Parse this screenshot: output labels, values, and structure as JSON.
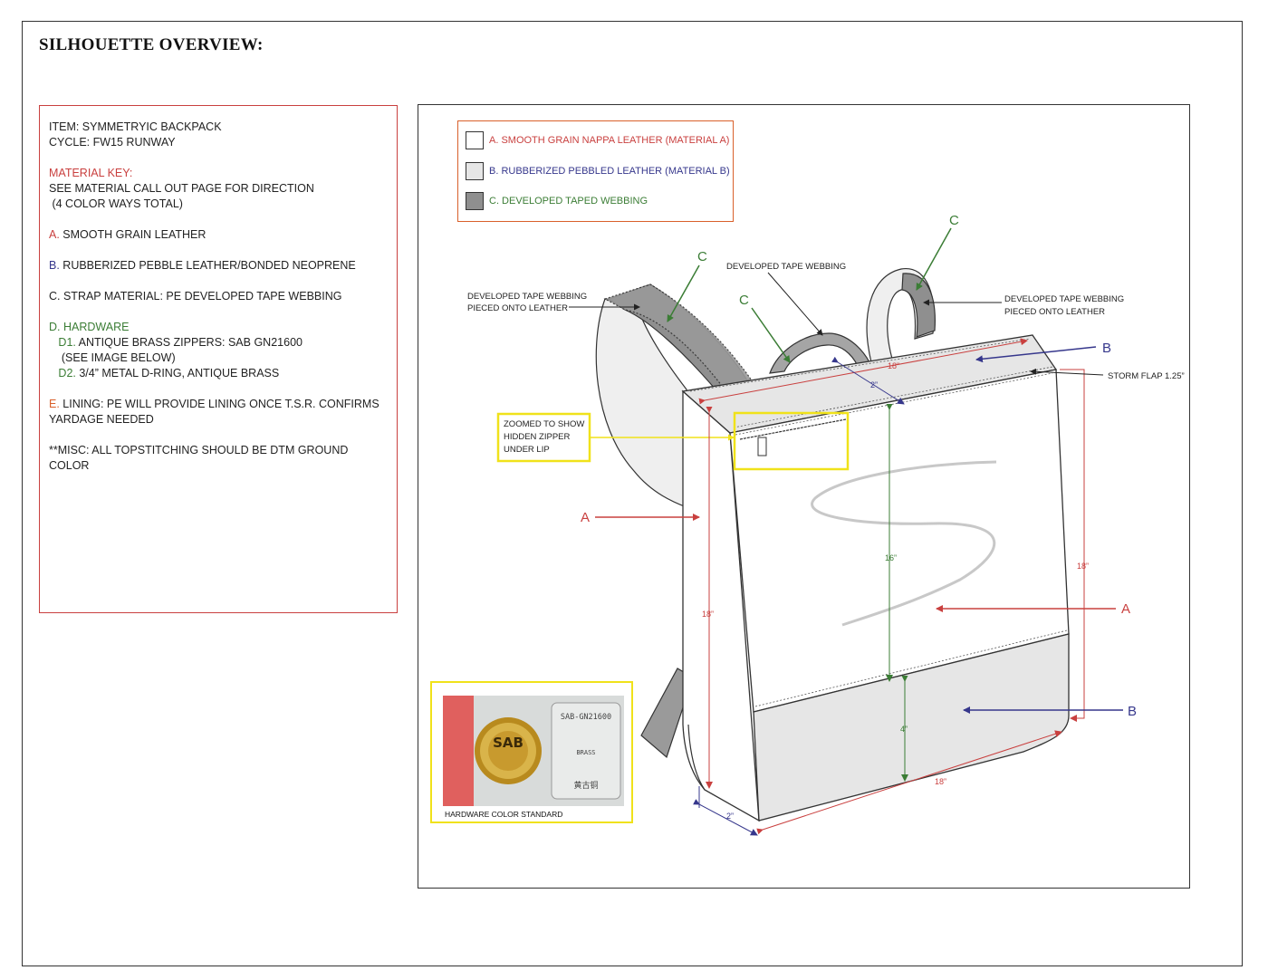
{
  "page": {
    "title": "SILHOUETTE OVERVIEW:"
  },
  "spec": {
    "item": "ITEM: SYMMETRYIC BACKPACK",
    "cycle": "CYCLE: FW15 RUNWAY",
    "material_key_heading": "MATERIAL KEY:",
    "material_key_line1": "SEE MATERIAL CALL OUT PAGE FOR DIRECTION",
    "material_key_line2": " (4 COLOR WAYS TOTAL)",
    "a_letter": "A.",
    "a_text": " SMOOTH GRAIN LEATHER",
    "b_letter": "B.",
    "b_text": " RUBBERIZED PEBBLE LEATHER/BONDED NEOPRENE",
    "c_text": "C. STRAP MATERIAL: PE DEVELOPED TAPE WEBBING",
    "d_heading": "D. HARDWARE",
    "d1_letter": "   D1.",
    "d1_text": " ANTIQUE BRASS ZIPPERS: SAB GN21600",
    "d1_note": "    (SEE IMAGE BELOW)",
    "d2_letter": "   D2.",
    "d2_text": " 3/4” METAL D-RING, ANTIQUE BRASS",
    "e_letter": "E.",
    "e_text": " LINING: PE WILL PROVIDE LINING ONCE T.S.R. CONFIRMS",
    "e_text2": "YARDAGE NEEDED",
    "misc": "**MISC:  ALL TOPSTITCHING SHOULD BE DTM GROUND COLOR"
  },
  "legend": [
    {
      "label": "A. SMOOTH GRAIN NAPPA LEATHER  (MATERIAL A)",
      "color": "#c9403f",
      "swatch": "#ffffff"
    },
    {
      "label": "B. RUBBERIZED PEBBLED LEATHER (MATERIAL B)",
      "color": "#36378c",
      "swatch": "#e6e6e6"
    },
    {
      "label": "C. DEVELOPED TAPED WEBBING",
      "color": "#3b7d35",
      "swatch": "#8f8f8f"
    }
  ],
  "callouts": {
    "webbing_left_1": "DEVELOPED TAPE WEBBING",
    "webbing_left_2": "PIECED ONTO LEATHER",
    "webbing_top": "DEVELOPED TAPE WEBBING",
    "webbing_right_1": "DEVELOPED TAPE WEBBING",
    "webbing_right_2": "PIECED ONTO LEATHER",
    "storm_flap": "STORM FLAP 1.25”",
    "zoom_1": "ZOOMED TO SHOW",
    "zoom_2": "HIDDEN ZIPPER",
    "zoom_3": "UNDER LIP",
    "letter_a": "A",
    "letter_b": "B",
    "letter_c": "C"
  },
  "dimensions": {
    "top_width": "18”",
    "top_depth": "2”",
    "front_height": "16”",
    "right_height": "18”",
    "left_height": "18”",
    "bottom_panel": "4”",
    "bottom_width": "18”",
    "bottom_depth": "2”"
  },
  "hardware": {
    "caption": "HARDWARE COLOR STANDARD",
    "code": "SAB-GN21600",
    "finish": "BRASS",
    "cn": "黄古铜",
    "logo": "SAB"
  }
}
